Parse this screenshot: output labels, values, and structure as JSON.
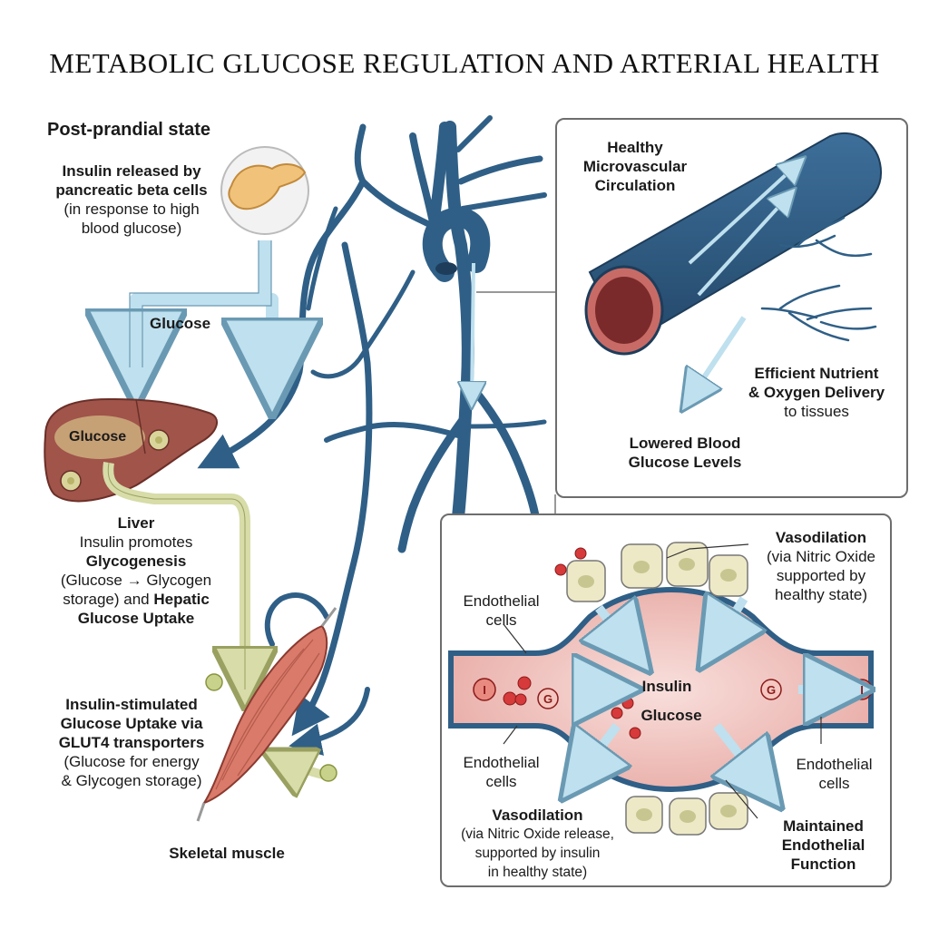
{
  "title": "METABOLIC GLUCOSE REGULATION AND ARTERIAL HEALTH",
  "left": {
    "state_heading": "Post-prandial state",
    "insulin": {
      "line1": "Insulin released by",
      "line2": "pancreatic beta cells",
      "line3": "(in response to high",
      "line4": "blood glucose)"
    },
    "glucose_arrow_label": "Glucose",
    "liver_glucose_label": "Glucose",
    "liver": {
      "title": "Liver",
      "line1": "Insulin promotes",
      "line2": "Glycogenesis",
      "line3": "(Glucose → Glycogen",
      "line4a": "storage) and ",
      "line4b": "Hepatic",
      "line5": "Glucose Uptake"
    },
    "muscle": {
      "line1": "Insulin-stimulated",
      "line2": "Glucose Uptake via",
      "line3": "GLUT4 transporters",
      "line4": "(Glucose for energy",
      "line5": "& Glycogen storage)"
    },
    "muscle_label": "Skeletal muscle"
  },
  "top_panel": {
    "heading1": "Healthy",
    "heading2": "Microvascular",
    "heading3": "Circulation",
    "nutrient1": "Efficient Nutrient",
    "nutrient2": "& Oxygen Delivery",
    "nutrient3": "to tissues",
    "lowered1": "Lowered Blood",
    "lowered2": "Glucose Levels"
  },
  "bottom_panel": {
    "vaso_top_title": "Vasodilation",
    "vaso_top1": "(via Nitric Oxide",
    "vaso_top2": "supported by",
    "vaso_top3": "healthy state)",
    "endo_tl1": "Endothelial",
    "endo_tl2": "cells",
    "endo_bl1": "Endothelial",
    "endo_bl2": "cells",
    "endo_br1": "Endothelial",
    "endo_br2": "cells",
    "insulin_label": "Insulin",
    "glucose_label": "Glucose",
    "token_i": "I",
    "token_g": "G",
    "vaso_bottom_title": "Vasodilation",
    "vaso_bottom1": "(via Nitric Oxide release,",
    "vaso_bottom2": "supported by insulin",
    "vaso_bottom3": "in healthy state)",
    "maintained1": "Maintained",
    "maintained2": "Endothelial",
    "maintained3": "Function"
  },
  "colors": {
    "vessel_blue": "#2f5f86",
    "arrow_light_blue": "#bfe0ee",
    "liver_brown": "#a0544a",
    "muscle_red": "#d97a6a",
    "green_path": "#d7dca8",
    "red_cell": "#d63a3a"
  }
}
